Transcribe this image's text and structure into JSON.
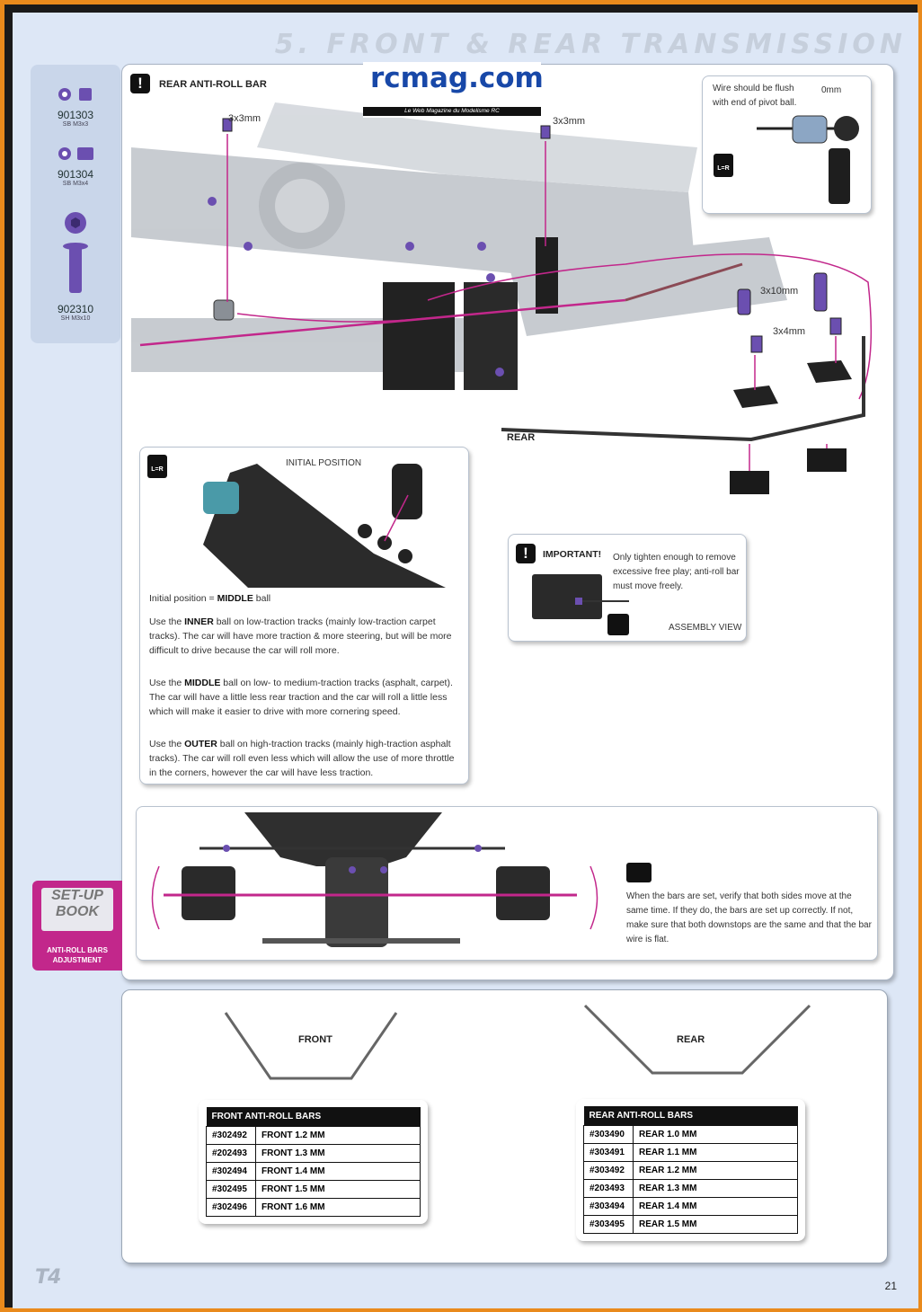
{
  "page_title": "5. FRONT & REAR TRANSMISSION",
  "parts": [
    {
      "number": "901303",
      "desc": "SB M3x3"
    },
    {
      "number": "901304",
      "desc": "SB M3x4"
    },
    {
      "number": "902310",
      "desc": "SH M3x10"
    }
  ],
  "logo": {
    "name": "rcmag.com",
    "tagline": "Le Web Magazine du Modelisme RC"
  },
  "rear_section": {
    "heading": "REAR ANTI-ROLL BAR",
    "dim_3x3_left": "3x3mm",
    "dim_3x3_right": "3x3mm",
    "dim_3x10": "3x10mm",
    "dim_3x4": "3x4mm",
    "rear_label": "REAR"
  },
  "wire_note": {
    "text_line1": "Wire should be flush",
    "text_line2": "with end of pivot ball.",
    "dim": "0mm",
    "lr_icon": "L=R"
  },
  "initial_position": {
    "label": "INITIAL POSITION",
    "lr_icon": "L=R",
    "line1_pre": "Initial position = ",
    "line1_bold": "MIDDLE",
    "line1_post": " ball",
    "p_inner_pre": "Use the ",
    "p_inner_bold": "INNER",
    "p_inner_post": " ball on low-traction tracks (mainly low-traction carpet tracks). The car will have more traction & more steering, but will be more difficult to drive because the car will roll more.",
    "p_middle_pre": "Use the ",
    "p_middle_bold": "MIDDLE",
    "p_middle_post": " ball on low- to medium-traction tracks (asphalt, carpet). The car will have a little less rear traction and the car will roll a little less which will make it easier to drive with more cornering speed.",
    "p_outer_pre": "Use the ",
    "p_outer_bold": "OUTER",
    "p_outer_post": " ball on high-traction tracks (mainly high-traction asphalt tracks). The car will roll even less which will allow the use of more throttle in the corners, however the car will have less traction."
  },
  "important": {
    "label": "IMPORTANT!",
    "text": "Only tighten enough to remove excessive free play; anti-roll bar must move freely.",
    "assembly_view": "ASSEMBLY VIEW"
  },
  "check_note": "When the bars are set, verify that both sides move at the same time. If they do, the bars are set up correctly. If not, make sure that both downstops are the same and that the bar wire is flat.",
  "setup_book": {
    "title_line1": "SET-UP",
    "title_line2": "BOOK",
    "caption_line1": "ANTI-ROLL BARS",
    "caption_line2": "ADJUSTMENT"
  },
  "front_table": {
    "label": "FRONT",
    "title": "FRONT ANTI-ROLL BARS",
    "rows": [
      {
        "part": "#302492",
        "desc": "FRONT 1.2 MM"
      },
      {
        "part": "#202493",
        "desc": "FRONT 1.3 MM"
      },
      {
        "part": "#302494",
        "desc": "FRONT 1.4 MM"
      },
      {
        "part": "#302495",
        "desc": "FRONT 1.5 MM"
      },
      {
        "part": "#302496",
        "desc": "FRONT 1.6 MM"
      }
    ]
  },
  "rear_table": {
    "label": "REAR",
    "title": "REAR ANTI-ROLL BARS",
    "rows": [
      {
        "part": "#303490",
        "desc": "REAR 1.0 MM"
      },
      {
        "part": "#303491",
        "desc": "REAR 1.1 MM"
      },
      {
        "part": "#303492",
        "desc": "REAR 1.2 MM"
      },
      {
        "part": "#203493",
        "desc": "REAR 1.3 MM"
      },
      {
        "part": "#303494",
        "desc": "REAR 1.4 MM"
      },
      {
        "part": "#303495",
        "desc": "REAR 1.5 MM"
      }
    ]
  },
  "footer": {
    "model": "T4",
    "page_number": "21"
  },
  "colors": {
    "accent": "#c2278b",
    "hardware": "#6b4fb0",
    "frame": "#e98a1c"
  }
}
